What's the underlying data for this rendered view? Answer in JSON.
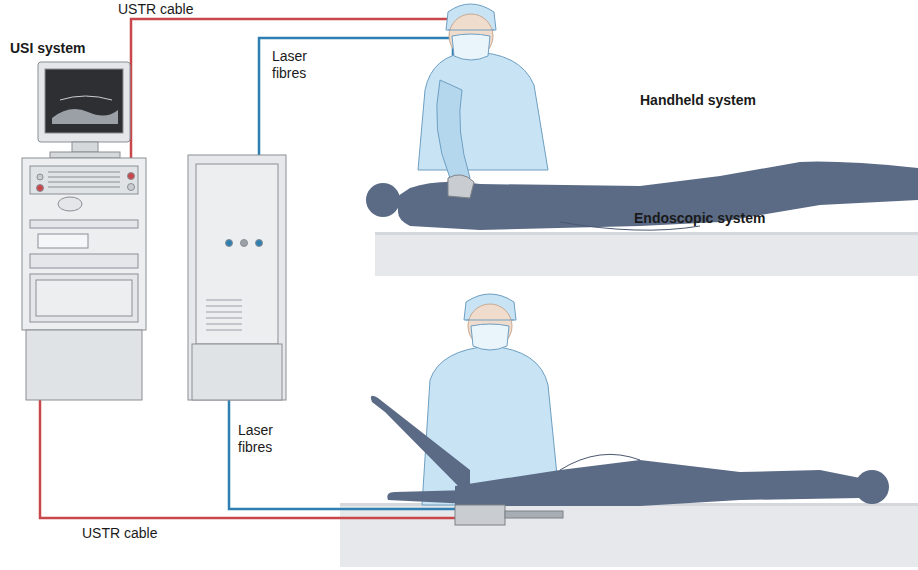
{
  "diagram": {
    "labels": [
      "USTR cable",
      "USI system",
      "Laser fibres",
      "Handheld system",
      "Endoscopic system",
      "Laser fibres",
      "USTR cable"
    ]
  }
}
